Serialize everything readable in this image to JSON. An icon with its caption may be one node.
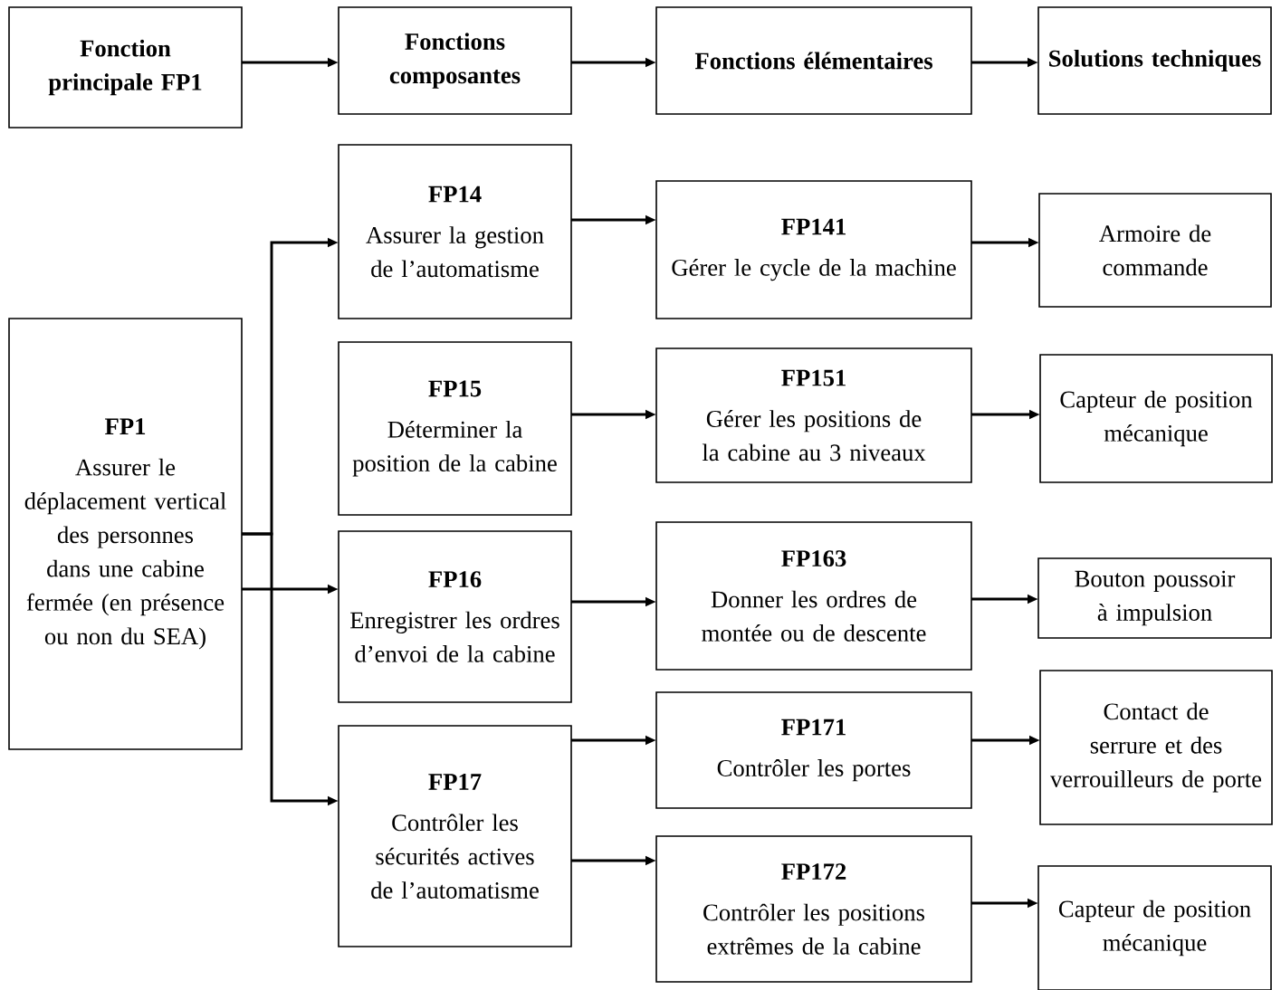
{
  "diagram": {
    "nodes": [
      {
        "text": [
          "Fonction principale FP1"
        ]
      },
      {
        "text": [
          "Fonctions composantes"
        ]
      },
      {
        "text": [
          "Fonctions élémentaires"
        ]
      },
      {
        "text": [
          "Solutions techniques"
        ]
      },
      {
        "text": [
          "FP1",
          "Assurer le déplacement vertical des personnes dans une cabine fermée (en présence ou non du SEA)"
        ]
      },
      {
        "text": [
          "FP14",
          "Assurer la gestion de l’automatisme"
        ]
      },
      {
        "text": [
          "FP141",
          "Gérer le cycle de la machine"
        ]
      },
      {
        "text": [
          "Armoire de commande"
        ]
      },
      {
        "text": [
          "FP15",
          "Déterminer la position de la cabine"
        ]
      },
      {
        "text": [
          "FP151",
          "Gérer les positions de la cabine au 3 niveaux"
        ]
      },
      {
        "text": [
          "Capteur de position mécanique"
        ]
      },
      {
        "text": [
          "FP16",
          "Enregistrer les ordres d’envoi de la cabine"
        ]
      },
      {
        "text": [
          "FP163",
          "Donner les ordres de montée ou de descente"
        ]
      },
      {
        "text": [
          "Bouton poussoir à impulsion"
        ]
      },
      {
        "text": [
          "FP17",
          "Contrôler les sécurités actives de l’automatisme"
        ]
      },
      {
        "text": [
          "FP171",
          "Contrôler les portes"
        ]
      },
      {
        "text": [
          "Contact de serrure et des verrouilleurs de porte"
        ]
      },
      {
        "text": [
          "FP172",
          "Contrôler les positions extrêmes de la cabine"
        ]
      },
      {
        "text": [
          "Capteur de position mécanique"
        ]
      }
    ],
    "edges": [
      {
        "from": 0,
        "to": 1,
        "arrow": "to"
      },
      {
        "from": 1,
        "to": 2,
        "arrow": "to"
      },
      {
        "from": 2,
        "to": 3,
        "arrow": "to"
      },
      {
        "from": 4,
        "to": 5,
        "arrow": "to"
      },
      {
        "from": 4,
        "to": 11,
        "arrow": "to"
      },
      {
        "from": 4,
        "to": 14,
        "arrow": "to"
      },
      {
        "from": 5,
        "to": 6,
        "arrow": "to"
      },
      {
        "from": 6,
        "to": 7,
        "arrow": "to"
      },
      {
        "from": 8,
        "to": 9,
        "arrow": "to"
      },
      {
        "from": 9,
        "to": 10,
        "arrow": "to"
      },
      {
        "from": 11,
        "to": 12,
        "arrow": "to"
      },
      {
        "from": 12,
        "to": 13,
        "arrow": "to"
      },
      {
        "from": 14,
        "to": 15,
        "arrow": "to"
      },
      {
        "from": 14,
        "to": 17,
        "arrow": "to"
      },
      {
        "from": 15,
        "to": 16,
        "arrow": "to"
      },
      {
        "from": 17,
        "to": 18,
        "arrow": "to"
      }
    ]
  }
}
